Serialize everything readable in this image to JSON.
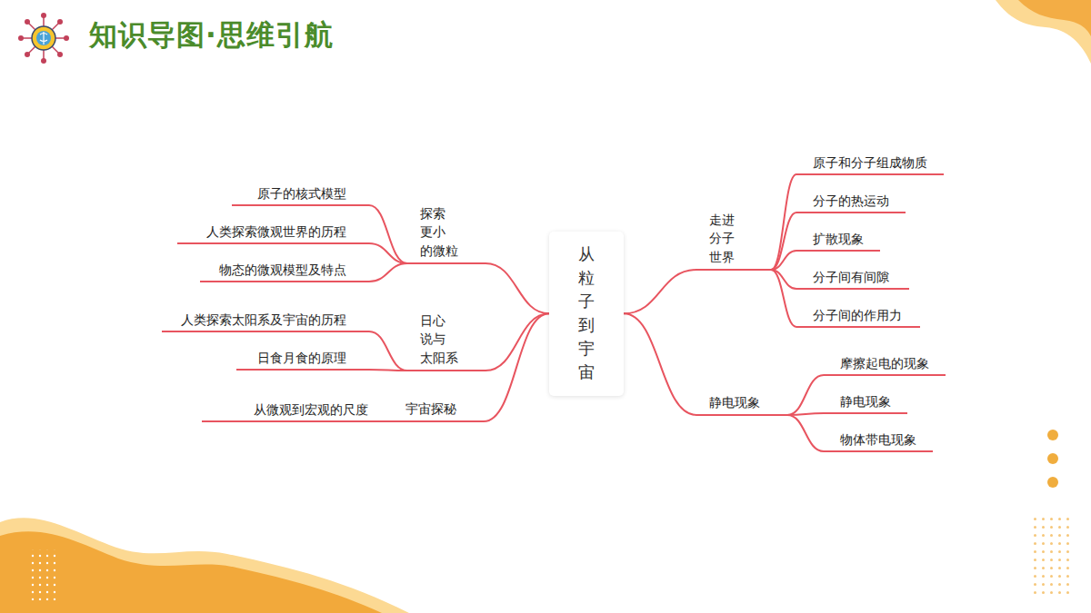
{
  "diagram": {
    "title": "知识导图·思维引航",
    "nodes": [
      {
        "text": [
          "从粒子到宇宙"
        ]
      },
      {
        "text": [
          "探索 更小 的微粒"
        ]
      },
      {
        "text": [
          "原子的核式模型"
        ]
      },
      {
        "text": [
          "人类探索微观世界的历程"
        ]
      },
      {
        "text": [
          "物态的微观模型及特点"
        ]
      },
      {
        "text": [
          "日心 说与 太阳系"
        ]
      },
      {
        "text": [
          "人类探索太阳系及宇宙的历程"
        ]
      },
      {
        "text": [
          "日食月食的原理"
        ]
      },
      {
        "text": [
          "宇宙探秘"
        ]
      },
      {
        "text": [
          "从微观到宏观的尺度"
        ]
      },
      {
        "text": [
          "走进 分子 世界"
        ]
      },
      {
        "text": [
          "原子和分子组成物质"
        ]
      },
      {
        "text": [
          "分子的热运动"
        ]
      },
      {
        "text": [
          "扩散现象"
        ]
      },
      {
        "text": [
          "分子间有间隙"
        ]
      },
      {
        "text": [
          "分子间的作用力"
        ]
      },
      {
        "text": [
          "静电现象"
        ]
      },
      {
        "text": [
          "摩擦起电的现象"
        ]
      },
      {
        "text": [
          "静电现象"
        ]
      },
      {
        "text": [
          "物体带电现象"
        ]
      }
    ],
    "edges": [
      {
        "from": 0,
        "to": 1,
        "arrow": "none"
      },
      {
        "from": 1,
        "to": 2,
        "arrow": "none"
      },
      {
        "from": 1,
        "to": 3,
        "arrow": "none"
      },
      {
        "from": 1,
        "to": 4,
        "arrow": "none"
      },
      {
        "from": 0,
        "to": 5,
        "arrow": "none"
      },
      {
        "from": 5,
        "to": 6,
        "arrow": "none"
      },
      {
        "from": 5,
        "to": 7,
        "arrow": "none"
      },
      {
        "from": 0,
        "to": 8,
        "arrow": "none"
      },
      {
        "from": 8,
        "to": 9,
        "arrow": "none"
      },
      {
        "from": 0,
        "to": 10,
        "arrow": "none"
      },
      {
        "from": 10,
        "to": 11,
        "arrow": "none"
      },
      {
        "from": 10,
        "to": 12,
        "arrow": "none"
      },
      {
        "from": 10,
        "to": 13,
        "arrow": "none"
      },
      {
        "from": 10,
        "to": 14,
        "arrow": "none"
      },
      {
        "from": 10,
        "to": 15,
        "arrow": "none"
      },
      {
        "from": 0,
        "to": 16,
        "arrow": "none"
      },
      {
        "from": 16,
        "to": 17,
        "arrow": "none"
      },
      {
        "from": 16,
        "to": 18,
        "arrow": "none"
      },
      {
        "from": 16,
        "to": 19,
        "arrow": "none"
      }
    ]
  }
}
